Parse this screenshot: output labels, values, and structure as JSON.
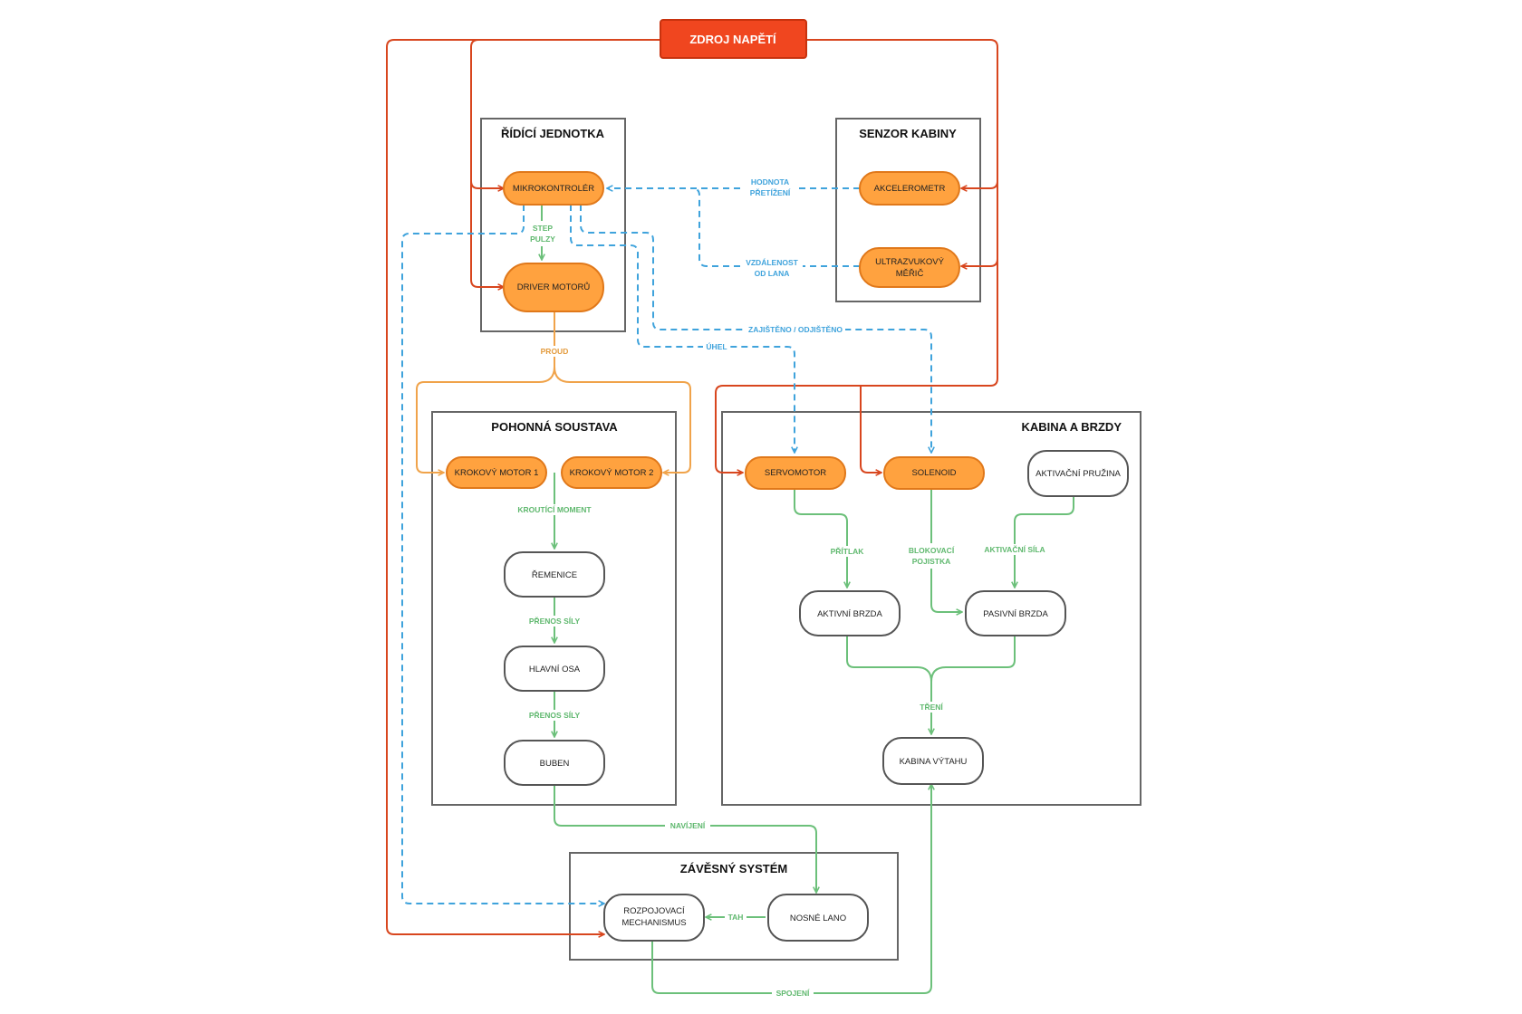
{
  "power_source": {
    "label": "ZDROJ NAPĚTÍ"
  },
  "groups": {
    "control_unit": "ŘÍDÍCÍ JEDNOTKA",
    "cabin_sensor": "SENZOR KABINY",
    "drive_system": "POHONNÁ SOUSTAVA",
    "cabin_brakes": "KABINA A BRZDY",
    "suspension": "ZÁVĚSNÝ SYSTÉM"
  },
  "nodes": {
    "microcontroller": "MIKROKONTROLÉR",
    "motor_driver": "DRIVER MOTORŮ",
    "accelerometer": "AKCELEROMETR",
    "ultrasonic_1": "ULTRAZVUKOVÝ",
    "ultrasonic_2": "MĚŘIČ",
    "stepper_1": "KROKOVÝ MOTOR 1",
    "stepper_2": "KROKOVÝ MOTOR 2",
    "pulley": "ŘEMENICE",
    "main_axis": "HLAVNÍ OSA",
    "drum": "BUBEN",
    "servomotor": "SERVOMOTOR",
    "solenoid": "SOLENOID",
    "activation_spring": "AKTIVAČNÍ PRUŽINA",
    "active_brake": "AKTIVNÍ BRZDA",
    "passive_brake": "PASIVNÍ BRZDA",
    "elevator_cabin": "KABINA VÝTAHU",
    "release_1": "ROZPOJOVACÍ",
    "release_2": "MECHANISMUS",
    "rope": "NOSNÉ LANO"
  },
  "edge_labels": {
    "overload_1": "HODNOTA",
    "overload_2": "PŘETÍŽENÍ",
    "distance_1": "VZDÁLENOST",
    "distance_2": "OD LANA",
    "step_1": "STEP",
    "step_2": "PULZY",
    "current": "PROUD",
    "locked": "ZAJIŠTĚNO / ODJIŠTĚNO",
    "angle": "ÚHEL",
    "torque": "KROUTÍCÍ MOMENT",
    "force_1": "PŘENOS SÍLY",
    "force_2": "PŘENOS SÍLY",
    "pressure": "PŘÍTLAK",
    "blocking_1": "BLOKOVACÍ",
    "blocking_2": "POJISTKA",
    "activation_force": "AKTIVAČNÍ SÍLA",
    "friction": "TŘENÍ",
    "winding": "NAVÍJENÍ",
    "pull": "TAH",
    "connection": "SPOJENÍ"
  },
  "colors": {
    "power": "#d8461e",
    "signal": "#3fa3dc",
    "mechanical": "#6cc07a",
    "electric_current": "#f0a34a",
    "active_node": "#ffa23f"
  }
}
